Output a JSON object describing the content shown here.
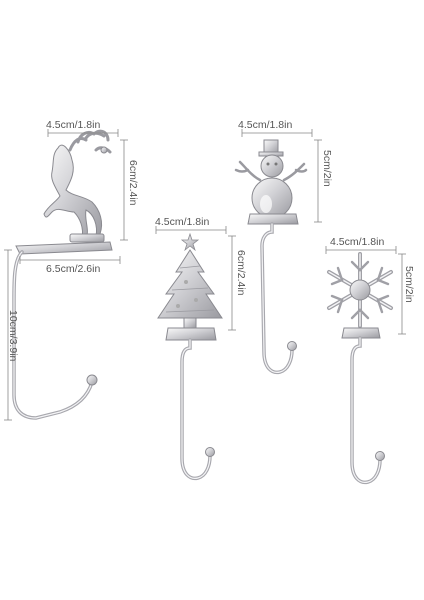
{
  "colors": {
    "background": "#ffffff",
    "dimension_line": "#888888",
    "dimension_text": "#555555",
    "metal_light": "#f2f2f4",
    "metal_mid": "#c8c8cc",
    "metal_dark": "#8a8a90"
  },
  "hooks": {
    "reindeer": {
      "icon": "reindeer-hook-icon",
      "width_label": "4.5cm/1.8in",
      "height_label": "6cm/2.4in",
      "base_label": "6.5cm/2.6in",
      "hook_label": "10cm/3.9in"
    },
    "snowman": {
      "icon": "snowman-hook-icon",
      "width_label": "4.5cm/1.8in",
      "height_label": "5cm/2in"
    },
    "tree": {
      "icon": "christmas-tree-hook-icon",
      "width_label": "4.5cm/1.8in",
      "height_label": "6cm/2.4in"
    },
    "snowflake": {
      "icon": "snowflake-hook-icon",
      "width_label": "4.5cm/1.8in",
      "height_label": "5cm/2in"
    }
  }
}
